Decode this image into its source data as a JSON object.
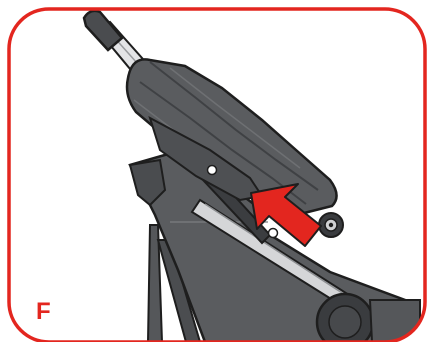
{
  "figure": {
    "step_label": "F",
    "frame_color": "#e3261f",
    "arrow_color": "#e3261f",
    "fabric_color": "#5a5c5f",
    "fabric_dark_color": "#3f4144",
    "tube_color": "#c9cacc",
    "handle_grip_color": "#4a4c4f",
    "wheel_color": "#3a3c3f",
    "icons": [
      "stroller-canopy-illustration",
      "fold-direction-arrow",
      "hinge-knob-icon",
      "rivet-icon",
      "wheel-icon"
    ]
  }
}
